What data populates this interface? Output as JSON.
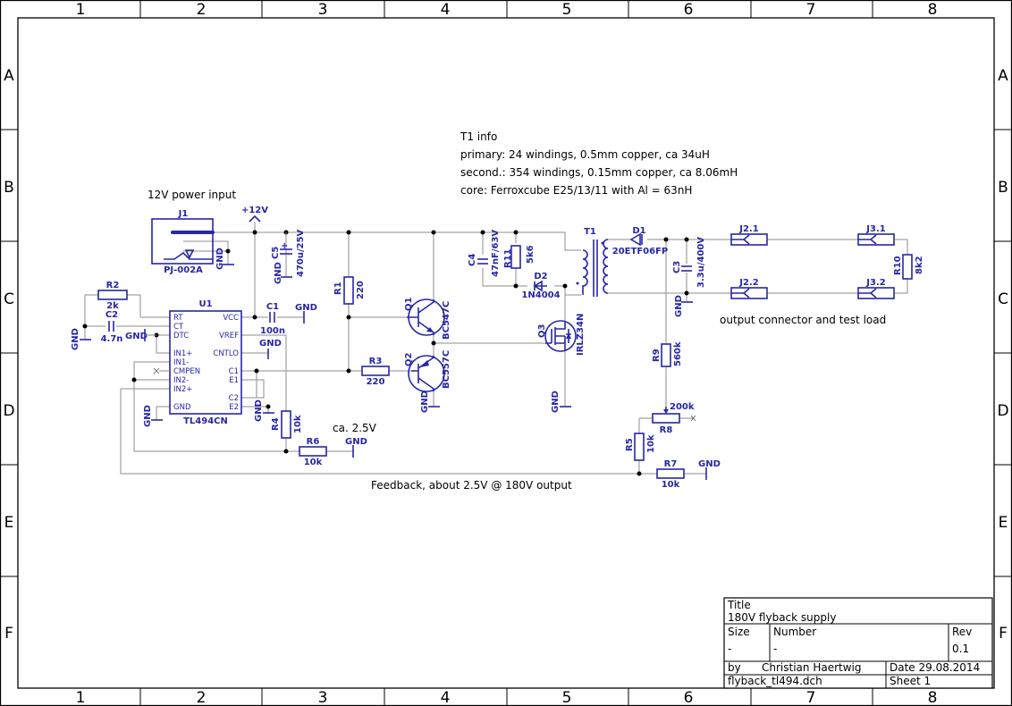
{
  "sheet": {
    "columns": [
      "1",
      "2",
      "3",
      "4",
      "5",
      "6",
      "7",
      "8"
    ],
    "rows": [
      "A",
      "B",
      "C",
      "D",
      "E",
      "F"
    ]
  },
  "notes": {
    "t1_info_title": "T1 info",
    "t1_primary": "primary: 24 windings, 0.5mm copper, ca 34uH",
    "t1_secondary": "second.: 354 windings, 0.15mm copper, ca 8.06mH",
    "t1_core": "core:  Ferroxcube E25/13/11   with Al = 63nH",
    "power_input": "12V power input",
    "ca_voltage": "ca. 2.5V",
    "feedback": "Feedback, about 2.5V @ 180V output",
    "output": "output connector   and test load"
  },
  "components": {
    "j1": {
      "ref": "J1",
      "value": "PJ-002A"
    },
    "vcc": "+12V",
    "gnd": "GND",
    "c5": {
      "ref": "C5",
      "value": "470u/25V"
    },
    "r2": {
      "ref": "R2",
      "value": "2k"
    },
    "c2": {
      "ref": "C2",
      "value": "4.7n"
    },
    "u1": {
      "ref": "U1",
      "value": "TL494CN",
      "left_pins": [
        "RT",
        "CT",
        "DTC",
        "IN1+",
        "IN1-",
        "CMPEN",
        "IN2-",
        "IN2+",
        "GND"
      ],
      "right_pins": [
        "VCC",
        "VREF",
        "CNTLO",
        "C1",
        "E1",
        "C2",
        "E2"
      ]
    },
    "c1": {
      "ref": "C1",
      "value": "100n"
    },
    "r1": {
      "ref": "R1",
      "value": "220"
    },
    "r3": {
      "ref": "R3",
      "value": "220"
    },
    "r4": {
      "ref": "R4",
      "value": "10k"
    },
    "r6": {
      "ref": "R6",
      "value": "10k"
    },
    "q1": {
      "ref": "Q1",
      "value": "BC547C"
    },
    "q2": {
      "ref": "Q2",
      "value": "BC557C"
    },
    "q3": {
      "ref": "Q3",
      "value": "IRLZ34N"
    },
    "c4": {
      "ref": "C4",
      "value": "47nF/63V"
    },
    "r11": {
      "ref": "R11",
      "value": "5k6"
    },
    "d2": {
      "ref": "D2",
      "value": "1N4004"
    },
    "t1": {
      "ref": "T1"
    },
    "d1": {
      "ref": "D1",
      "value": "20ETF06FP"
    },
    "c3": {
      "ref": "C3",
      "value": "3.3u/400V"
    },
    "r9": {
      "ref": "R9",
      "value": "560k"
    },
    "r8": {
      "ref": "R8",
      "value": "200k"
    },
    "r5": {
      "ref": "R5",
      "value": "10k"
    },
    "r7": {
      "ref": "R7",
      "value": "10k"
    },
    "r10": {
      "ref": "R10",
      "value": "8k2"
    },
    "j21": "J2.1",
    "j22": "J2.2",
    "j31": "J3.1",
    "j32": "J3.2"
  },
  "title_block": {
    "title_label": "Title",
    "title": "180V  flyback  supply",
    "size_label": "Size",
    "size": "-",
    "number_label": "Number",
    "number": "-",
    "rev_label": "Rev",
    "rev": "0.1",
    "by_label": "by",
    "author": "Christian  Haertwig",
    "date": "Date  29.08.2014",
    "file": "flyback_tl494.dch",
    "sheet": "Sheet  1"
  }
}
